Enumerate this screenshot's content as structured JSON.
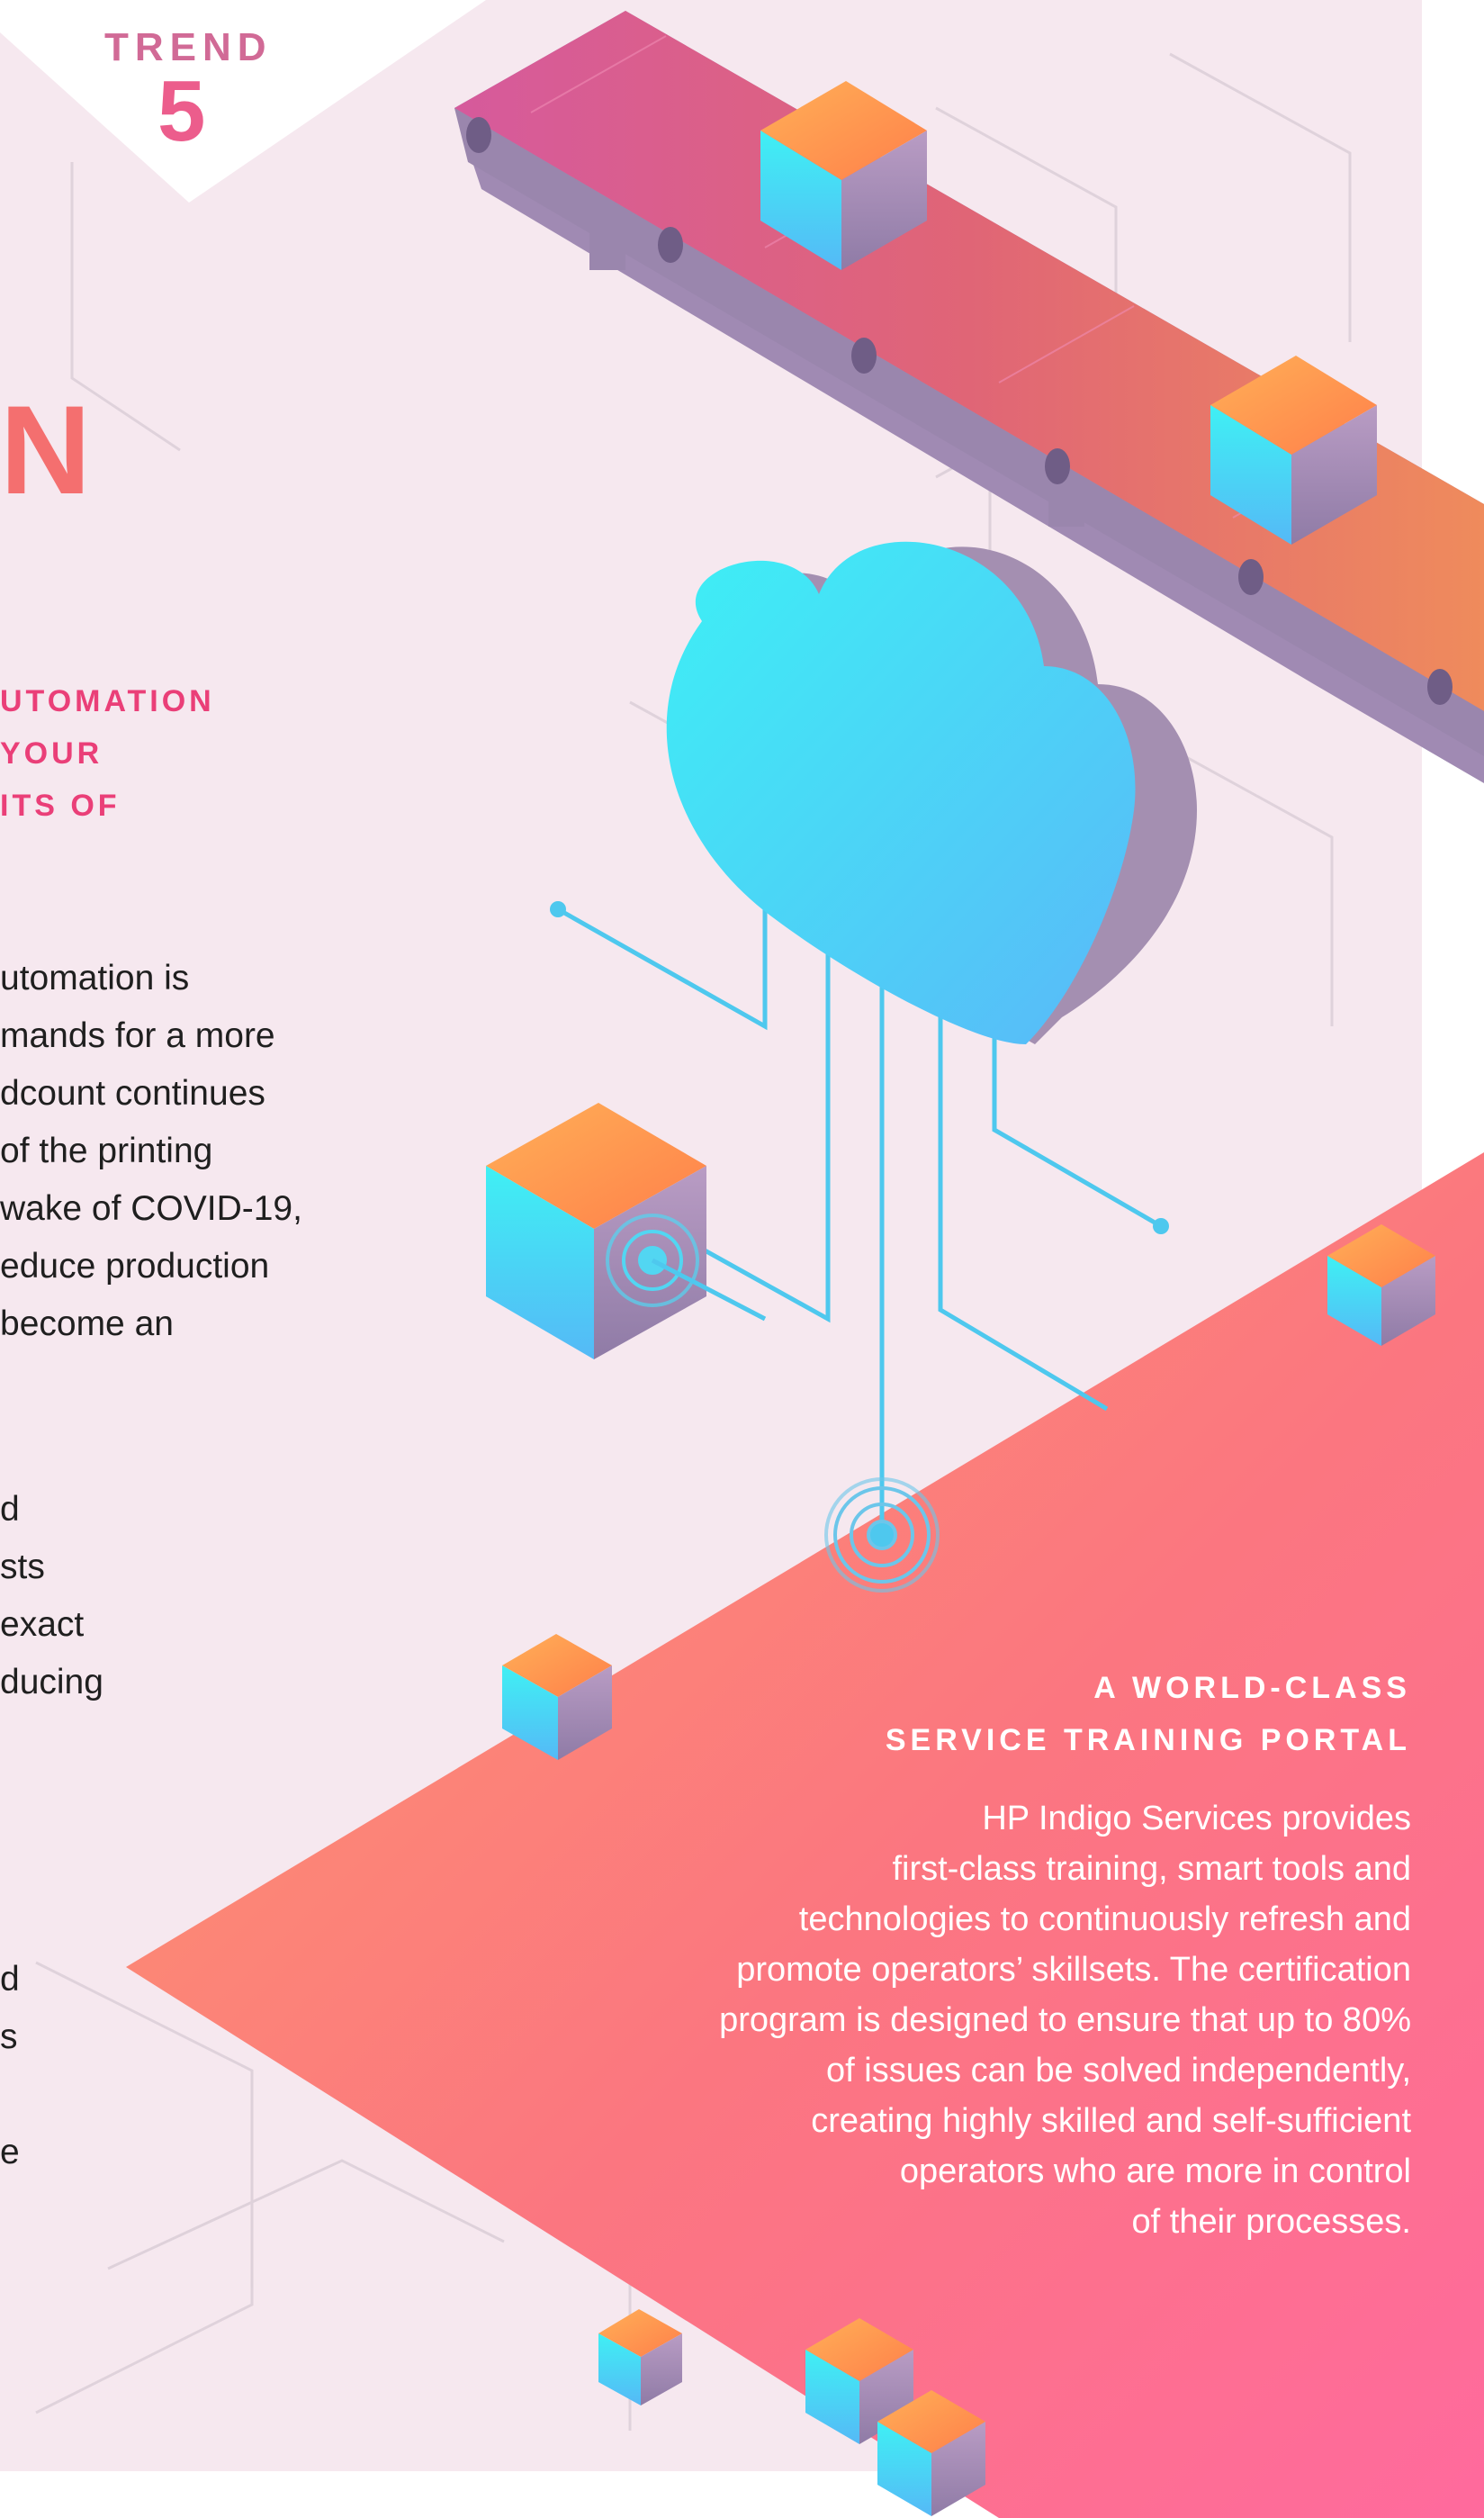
{
  "header": {
    "trend_label": "TREND",
    "trend_number": "5",
    "title_visible_fragment": "N"
  },
  "left_column": {
    "subhead_lines": [
      "UTOMATION",
      "YOUR",
      "ITS OF"
    ],
    "body_lines": [
      "utomation is",
      "mands for a more",
      "dcount continues",
      "of the printing",
      " wake of COVID-19,",
      "educe production",
      " become an"
    ],
    "fragment_block_1": [
      "d",
      "sts",
      "exact",
      "ducing"
    ],
    "fragment_block_2": [
      "d",
      "s",
      "",
      "e"
    ]
  },
  "portal": {
    "title_lines": [
      "A WORLD-CLASS",
      "SERVICE TRAINING PORTAL"
    ],
    "body_lines": [
      "HP Indigo Services provides",
      "first-class training, smart tools and",
      "technologies to continuously refresh and",
      "promote operators’ skillsets. The certification",
      "program is designed to ensure that up to 80%",
      "of issues can be solved independently,",
      "creating highly skilled and self-sufficient",
      "operators who are more in control",
      "of their processes."
    ]
  },
  "colors": {
    "panel_bg": "#f6e8ef",
    "accent_pink": "#ea3f78",
    "coral": "#fb8a6a",
    "cube_top": "#ff9a4a",
    "cube_cyan": "#3fe3f2",
    "cube_side": "#a98bb2",
    "circuit_line": "#4ec8ee"
  },
  "icons": [
    "conveyor-belt-icon",
    "cloud-icon",
    "cube-icon",
    "signal-rings-icon"
  ]
}
